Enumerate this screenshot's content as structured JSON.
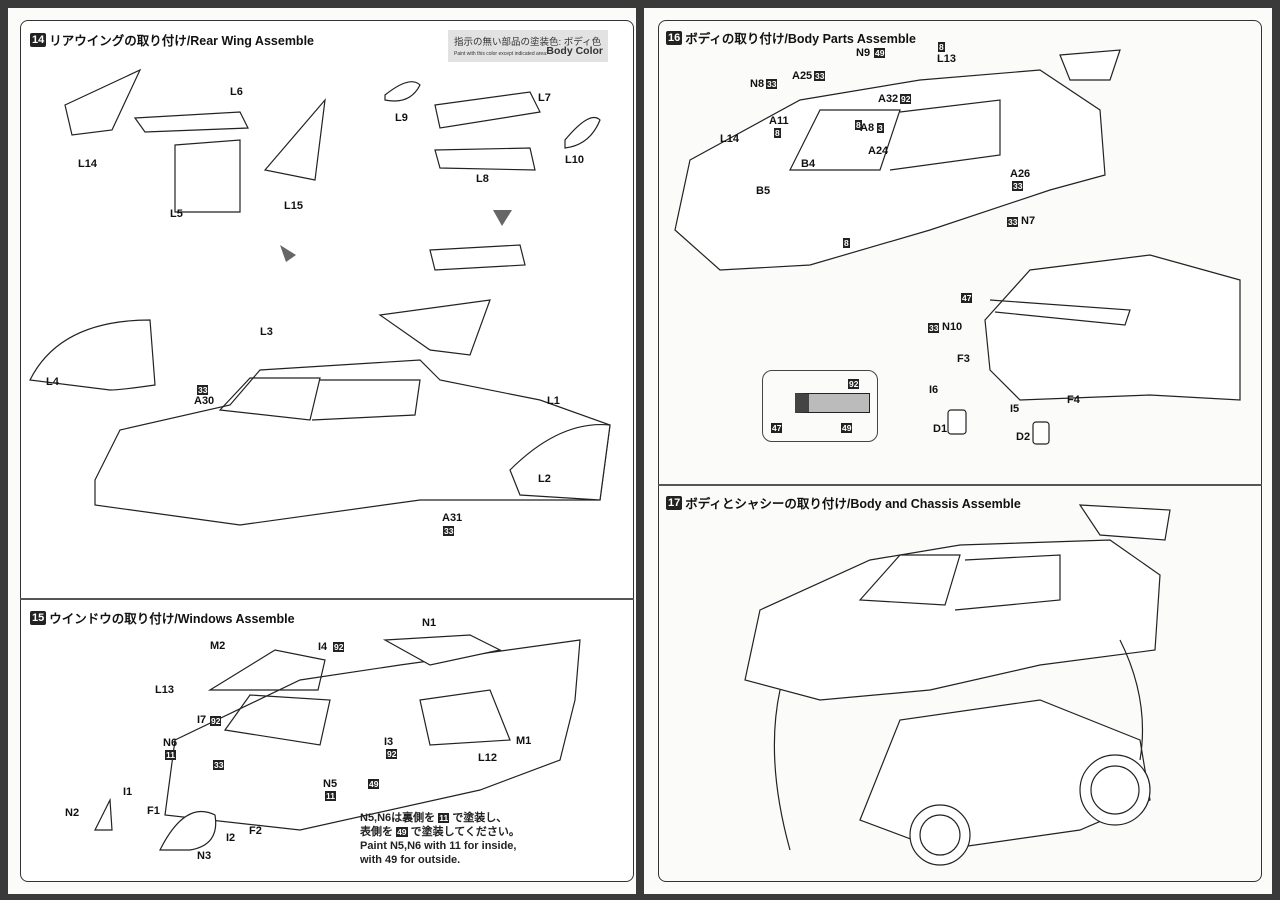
{
  "left_page": {
    "step14": {
      "number": "14",
      "title": "リアウイングの取り付け/Rear Wing Assemble",
      "paint_note": {
        "jp": "指示の無い部品の塗装色: ボディ色",
        "en": "Paint with this color except indicated area:",
        "value": "Body Color"
      },
      "parts": [
        "L6",
        "L7",
        "L9",
        "L14",
        "L5",
        "L15",
        "L8",
        "L10",
        "L3",
        "L4",
        "A30",
        "33",
        "L1",
        "L2",
        "A31",
        "33"
      ]
    },
    "step15": {
      "number": "15",
      "title": "ウインドウの取り付け/Windows Assemble",
      "parts": [
        "N1",
        "M2",
        "I4",
        "92",
        "L13",
        "I7",
        "92",
        "N6",
        "11",
        "33",
        "I3",
        "92",
        "M1",
        "L12",
        "N5",
        "11",
        "49",
        "I1",
        "F1",
        "N2",
        "I2",
        "F2",
        "N3"
      ],
      "note": {
        "jp1": "N5,N6は裏側を",
        "code1": "11",
        "jp1b": "で塗装し、",
        "jp2": "表側を",
        "code2": "49",
        "jp2b": "で塗装してください。",
        "en1": "Paint N5,N6 with 11 for inside,",
        "en2": "with 49 for outside."
      }
    }
  },
  "right_page": {
    "step16": {
      "number": "16",
      "title": "ボディの取り付け/Body Parts Assemble",
      "parts": [
        "8",
        "L13",
        "N9",
        "49",
        "A25",
        "33",
        "N8",
        "33",
        "A32",
        "92",
        "A11",
        "8",
        "A8",
        "3",
        "L14",
        "8",
        "A24",
        "B4",
        "B5",
        "A26",
        "33",
        "33",
        "N7",
        "8",
        "47",
        "33",
        "N10",
        "F3",
        "I6",
        "I5",
        "F4",
        "D1",
        "D2"
      ],
      "color_hint": [
        "92",
        "47",
        "49"
      ]
    },
    "step17": {
      "number": "17",
      "title": "ボディとシャシーの取り付け/Body and Chassis Assemble"
    }
  }
}
